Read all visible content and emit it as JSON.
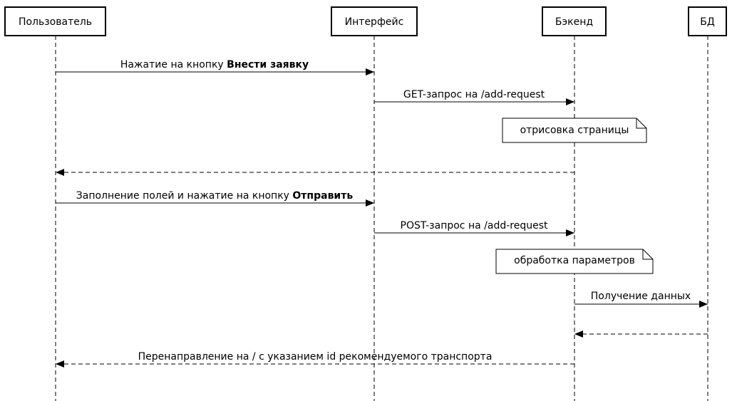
{
  "participants": {
    "user": "Пользователь",
    "frontend": "Интерфейс",
    "backend": "Бэкенд",
    "db": "БД"
  },
  "messages": {
    "m1": {
      "text": "Нажатие на кнопку ",
      "bold": "Внести заявку",
      "style": "solid"
    },
    "m2": {
      "text": "GET-запрос на /add-request",
      "style": "solid"
    },
    "m3": {
      "style": "dashed"
    },
    "m4": {
      "text": "Заполнение полей и нажатие на кнопку ",
      "bold": "Отправить",
      "style": "solid"
    },
    "m5": {
      "text": "POST-запрос на /add-request",
      "style": "solid"
    },
    "m6": {
      "text": "Получение данных",
      "style": "solid"
    },
    "m7": {
      "style": "dashed"
    },
    "m8": {
      "text": "Перенаправление на / с указанием id рекомендуемого транспорта",
      "style": "dashed"
    }
  },
  "notes": {
    "n1": "отрисовка страницы",
    "n2": "обработка параметров"
  }
}
